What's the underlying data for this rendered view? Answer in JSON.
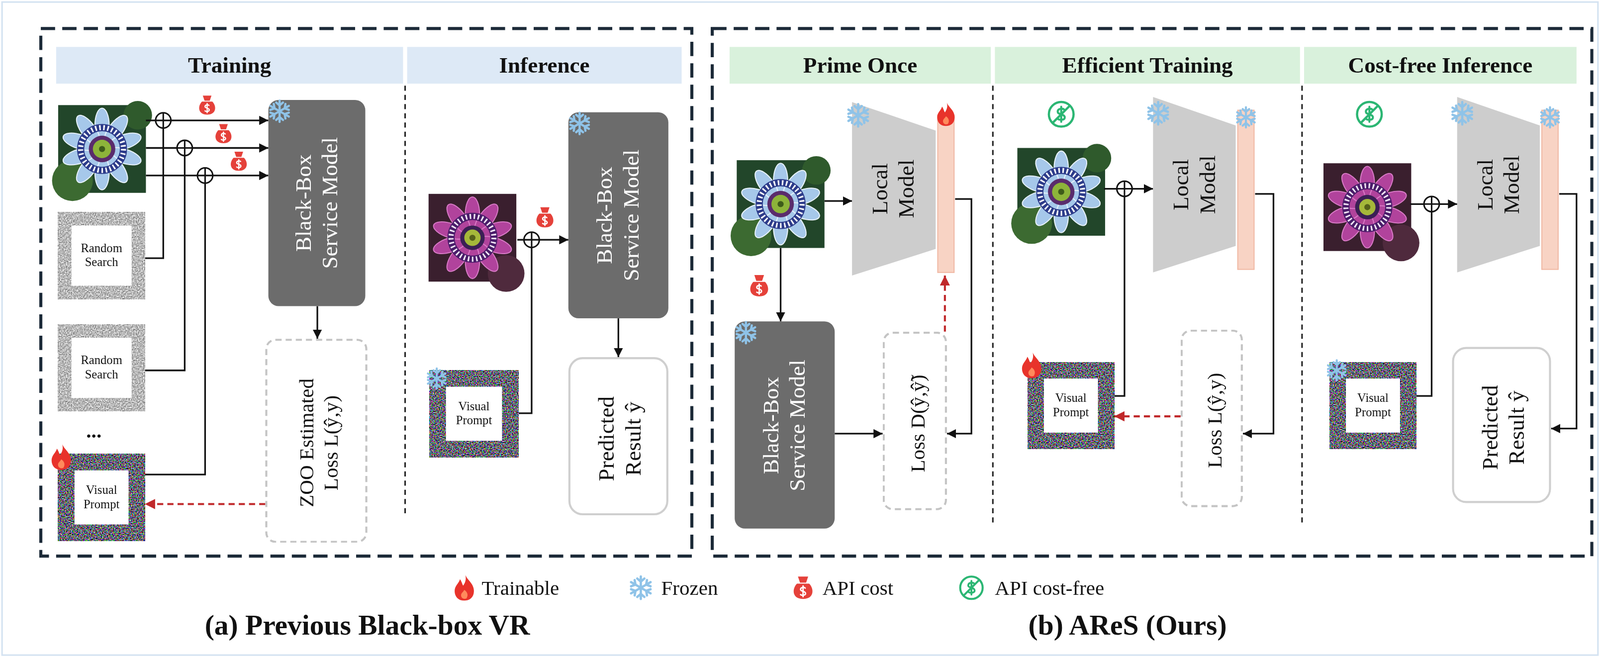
{
  "diagram": {
    "nodes": [
      {
        "text": [
          "Training"
        ]
      },
      {
        "text": [
          "Inference"
        ]
      },
      {
        "text": [
          "Random Search"
        ]
      },
      {
        "text": [
          "Random Search"
        ]
      },
      {
        "text": [
          "Visual Prompt"
        ]
      },
      {
        "text": [
          "Black-Box Service Model"
        ]
      },
      {
        "text": [
          "ZOO Estimated Loss L(ŷ,y)"
        ]
      },
      {
        "text": [
          "Black-Box Service Model"
        ]
      },
      {
        "text": [
          "Visual Prompt"
        ]
      },
      {
        "text": [
          "Predicted Result ŷ"
        ]
      },
      {
        "text": [
          "Prime Once"
        ]
      },
      {
        "text": [
          "Efficient Training"
        ]
      },
      {
        "text": [
          "Cost-free Inference"
        ]
      },
      {
        "text": [
          "Local Model"
        ]
      },
      {
        "text": [
          "Black-Box Service Model"
        ]
      },
      {
        "text": [
          "Loss D(ŷ,ŷ̃)"
        ]
      },
      {
        "text": [
          "Local Model"
        ]
      },
      {
        "text": [
          "Visual Prompt"
        ]
      },
      {
        "text": [
          "Loss L(ŷ,y)"
        ]
      },
      {
        "text": [
          "Local Model"
        ]
      },
      {
        "text": [
          "Visual Prompt"
        ]
      },
      {
        "text": [
          "Predicted Result ŷ"
        ]
      }
    ],
    "edges": [
      {
        "from": 2,
        "to": 5,
        "arrow": "to"
      },
      {
        "from": 3,
        "to": 5,
        "arrow": "to"
      },
      {
        "from": 4,
        "to": 5,
        "arrow": "to"
      },
      {
        "from": 5,
        "to": 6,
        "arrow": "to"
      },
      {
        "from": 6,
        "to": 4,
        "arrow": "to"
      },
      {
        "from": 8,
        "to": 7,
        "arrow": "to"
      },
      {
        "from": 7,
        "to": 9,
        "arrow": "to"
      },
      {
        "from": 13,
        "to": 15,
        "arrow": "to"
      },
      {
        "from": 14,
        "to": 15,
        "arrow": "to"
      },
      {
        "from": 15,
        "to": 13,
        "arrow": "to"
      },
      {
        "from": 17,
        "to": 16,
        "arrow": "to"
      },
      {
        "from": 16,
        "to": 18,
        "arrow": "to"
      },
      {
        "from": 18,
        "to": 17,
        "arrow": "to"
      },
      {
        "from": 20,
        "to": 19,
        "arrow": "to"
      },
      {
        "from": 19,
        "to": 21,
        "arrow": "to"
      }
    ],
    "labels": [
      "...",
      "(a) Previous Black-box VR",
      "(b) AReS (Ours)"
    ],
    "legend": [
      {
        "text": "Trainable"
      },
      {
        "text": "Frozen"
      },
      {
        "text": "API cost"
      },
      {
        "text": "API cost-free"
      }
    ]
  }
}
